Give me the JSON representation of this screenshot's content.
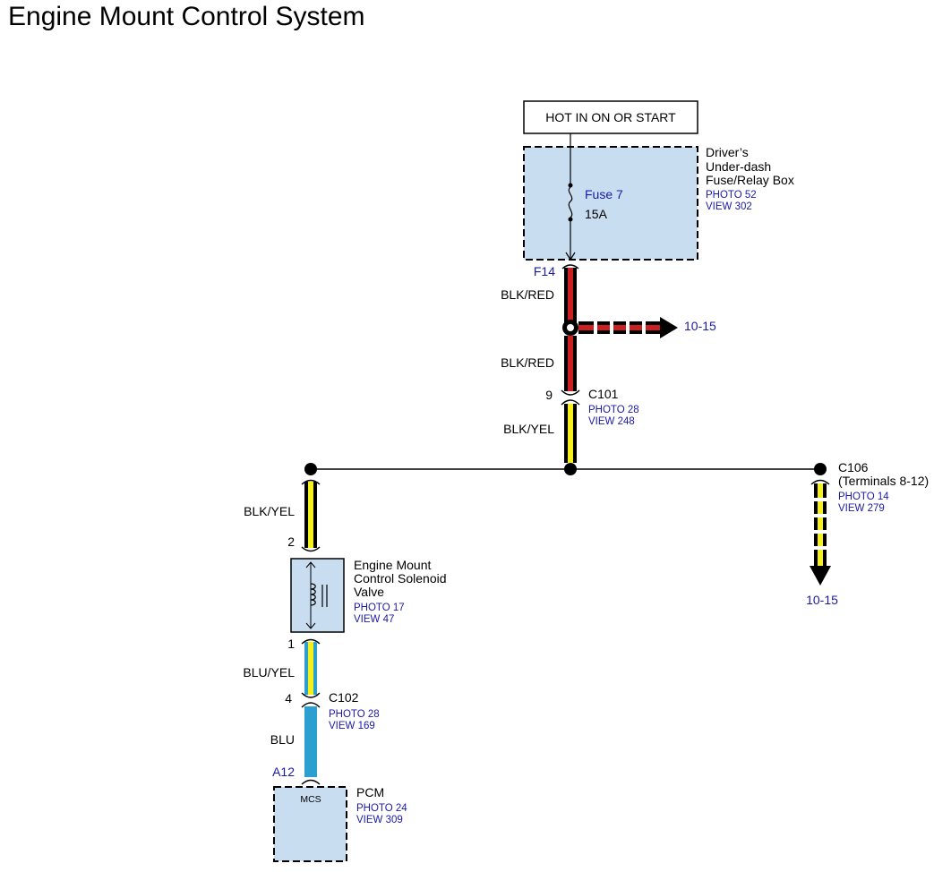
{
  "title": "Engine Mount Control System",
  "power": "HOT IN ON OR START",
  "fuse_box": {
    "name_lines": [
      "Driver’s",
      "Under-dash",
      "Fuse/Relay Box"
    ],
    "photo": "PHOTO 52",
    "view": "VIEW 302"
  },
  "fuse": {
    "name": "Fuse 7",
    "rating": "15A"
  },
  "terminals": {
    "f14": "F14",
    "c101_pin": "9",
    "sol_pin2": "2",
    "sol_pin1": "1",
    "c102_pin": "4",
    "a12": "A12"
  },
  "wires": {
    "blk_red_1": "BLK/RED",
    "blk_red_2": "BLK/RED",
    "blk_yel_1": "BLK/YEL",
    "blk_yel_2": "BLK/YEL",
    "blu_yel": "BLU/YEL",
    "blu": "BLU"
  },
  "arrows": {
    "right": "10-15",
    "down": "10-15"
  },
  "c101": {
    "name": "C101",
    "photo": "PHOTO 28",
    "view": "VIEW 248"
  },
  "c106": {
    "name": "C106",
    "sub": "(Terminals 8-12)",
    "photo": "PHOTO 14",
    "view": "VIEW 279"
  },
  "solenoid": {
    "name_lines": [
      "Engine Mount",
      "Control Solenoid",
      "Valve"
    ],
    "photo": "PHOTO 17",
    "view": "VIEW 47"
  },
  "c102": {
    "name": "C102",
    "photo": "PHOTO 28",
    "view": "VIEW 169"
  },
  "pcm": {
    "name": "PCM",
    "pin": "MCS",
    "photo": "PHOTO 24",
    "view": "VIEW 309"
  },
  "colors": {
    "black": "#000000",
    "red": "#cc1f1f",
    "yellow": "#f5ef1a",
    "blue": "#2b9fd0",
    "box_fill": "#c9ddf0",
    "ref_text": "#1a1aa8"
  }
}
